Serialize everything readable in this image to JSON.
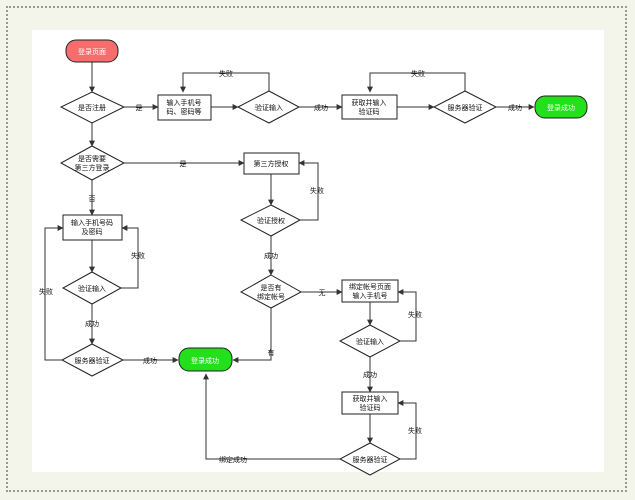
{
  "colors": {
    "start_fill": "#f76c6c",
    "success_fill": "#22e01a",
    "node_stroke": "#222222",
    "edge_stroke": "#333333"
  },
  "nodes": {
    "start": "登录页面",
    "is_registered": [
      "是否注册"
    ],
    "input_phone_pwd": [
      "输入手机号",
      "码、密码等"
    ],
    "verify_input_top": "验证输入",
    "get_code_top": [
      "获取并输入",
      "验证码"
    ],
    "server_verify_top": "服务器验证",
    "success_top": "登录成功",
    "need_third_party": [
      "是否需要",
      "第三方登录"
    ],
    "third_party_auth": "第三方授权",
    "verify_auth": "验证授权",
    "input_phone_code": [
      "输入手机号码",
      "及密码"
    ],
    "verify_input_left": "验证输入",
    "server_verify_left": "服务器验证",
    "success_mid": "登录成功",
    "has_bound_account": [
      "是否有",
      "绑定帐号"
    ],
    "bind_account_page": [
      "绑定帐号页面",
      "输入手机号"
    ],
    "verify_input_right": "验证输入",
    "get_code_right": [
      "获取并输入",
      "验证码"
    ],
    "server_verify_right": "服务器验证"
  },
  "edges": {
    "yes": "是",
    "no": "否",
    "fail": "失败",
    "success": "成功",
    "none": "无",
    "has": "有",
    "bind_success": "绑定成功"
  }
}
